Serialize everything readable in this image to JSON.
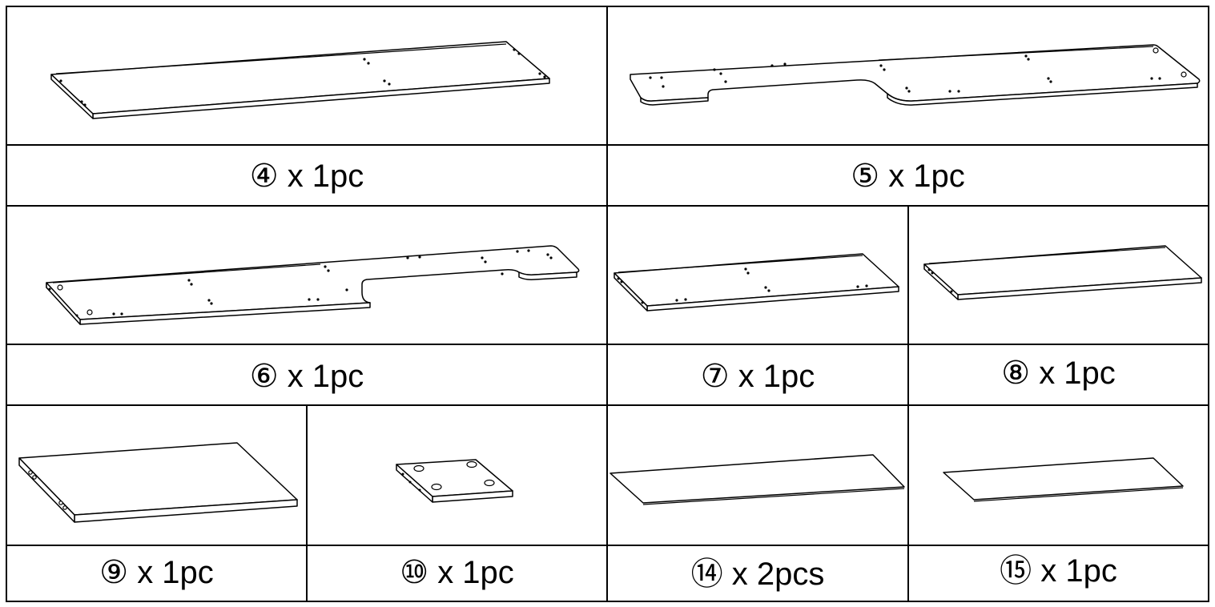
{
  "parts": [
    {
      "id": "part-4",
      "number": "④",
      "quantity": "x 1pc"
    },
    {
      "id": "part-5",
      "number": "⑤",
      "quantity": "x 1pc"
    },
    {
      "id": "part-6",
      "number": "⑥",
      "quantity": "x 1pc"
    },
    {
      "id": "part-7",
      "number": "⑦",
      "quantity": "x 1pc"
    },
    {
      "id": "part-8",
      "number": "⑧",
      "quantity": "x 1pc"
    },
    {
      "id": "part-9",
      "number": "⑨",
      "quantity": "x 1pc"
    },
    {
      "id": "part-10",
      "number": "⑩",
      "quantity": "x 1pc"
    },
    {
      "id": "part-14",
      "number": "⑭",
      "quantity": "x 2pcs"
    },
    {
      "id": "part-15",
      "number": "⑮",
      "quantity": "x 1pc"
    }
  ]
}
